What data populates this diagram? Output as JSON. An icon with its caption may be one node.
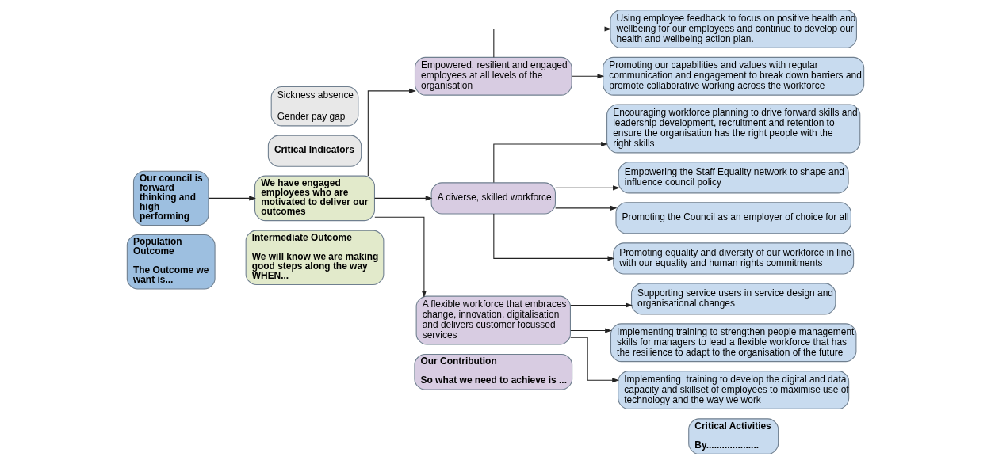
{
  "diagram": {
    "nodes": [
      {
        "text": [
          "Population Outcome",
          "The Outcome we want is..."
        ]
      },
      {
        "text": [
          "Intermediate Outcome",
          "We will know we are making good steps along the way WHEN..."
        ]
      },
      {
        "text": [
          "Our Contribution",
          "So what we need to achieve is ..."
        ]
      },
      {
        "text": [
          "Critical Activities",
          "By...................."
        ]
      },
      {
        "text": [
          "Our council is forward thinking and high performing"
        ]
      },
      {
        "text": [
          "We have engaged employees who are motivated to deliver our outcomes"
        ]
      },
      {
        "text": [
          "Critical Indicators"
        ]
      },
      {
        "text": [
          "Sickness absence",
          "Gender pay gap"
        ]
      },
      {
        "text": [
          "Empowered, resilient and engaged employees at all levels of the organisation"
        ]
      },
      {
        "text": [
          "A diverse, skilled workforce"
        ]
      },
      {
        "text": [
          "A flexible workforce that embraces change, innovation, digitalisation and delivers customer focussed services"
        ]
      },
      {
        "text": [
          "Using employee feedback to focus on positive health and wellbeing for our employees and continue to develop our health and wellbeing action plan."
        ]
      },
      {
        "text": [
          "Promoting our capabilities and values with regular communication and engagement to break down barriers and promote collaborative working across the workforce"
        ]
      },
      {
        "text": [
          "Encouraging workforce planning to drive forward skills and leadership development, recruitment and retention to ensure the organisation has the right people with the right skills"
        ]
      },
      {
        "text": [
          "Empowering the Staff Equality network to shape and influence council policy"
        ]
      },
      {
        "text": [
          "Promoting the Council as an employer of choice for all"
        ]
      },
      {
        "text": [
          "Promoting equality and diversity of our workforce in line with our equality and human rights commitments"
        ]
      },
      {
        "text": [
          "Supporting service users in service design and organisational changes"
        ]
      },
      {
        "text": [
          "Implementing training to strengthen people management skills for managers to lead a flexible workforce that has the resilience to adapt to the organisation of the future"
        ]
      },
      {
        "text": [
          "Implementing  training to develop the digital and data capacity and skillset of employees to maximise use of technology and the way we work"
        ]
      }
    ],
    "edges": [
      {
        "from": 4,
        "to": 5,
        "arrow": "to"
      },
      {
        "from": 5,
        "to": 8,
        "arrow": "to"
      },
      {
        "from": 5,
        "to": 9,
        "arrow": "to"
      },
      {
        "from": 5,
        "to": 10,
        "arrow": "to"
      },
      {
        "from": 8,
        "to": 11,
        "arrow": "to"
      },
      {
        "from": 8,
        "to": 12,
        "arrow": "to"
      },
      {
        "from": 9,
        "to": 13,
        "arrow": "to"
      },
      {
        "from": 9,
        "to": 14,
        "arrow": "to"
      },
      {
        "from": 9,
        "to": 15,
        "arrow": "to"
      },
      {
        "from": 9,
        "to": 16,
        "arrow": "to"
      },
      {
        "from": 10,
        "to": 17,
        "arrow": "to"
      },
      {
        "from": 10,
        "to": 18,
        "arrow": "to"
      },
      {
        "from": 10,
        "to": 19,
        "arrow": "to"
      }
    ]
  }
}
